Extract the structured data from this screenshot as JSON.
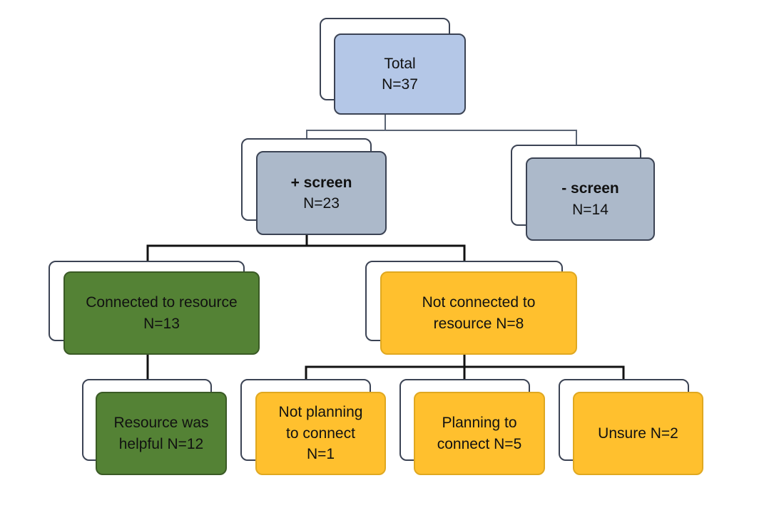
{
  "diagram": {
    "nodes": [
      {
        "id": "total",
        "line1": "Total",
        "line2": "N=37",
        "fill": "#b4c7e7"
      },
      {
        "id": "plus-screen",
        "line1": "+ screen",
        "line2": "N=23",
        "fill": "#acb9ca"
      },
      {
        "id": "minus-screen",
        "line1": "- screen",
        "line2": "N=14",
        "fill": "#acb9ca"
      },
      {
        "id": "connected",
        "line1": "Connected to resource",
        "line2": "N=13",
        "fill": "#548235"
      },
      {
        "id": "not-connected",
        "line1": "Not connected to",
        "line2": "resource N=8",
        "fill": "#ffc02e"
      },
      {
        "id": "helpful",
        "line1": "Resource was",
        "line2": "helpful N=12",
        "fill": "#548235"
      },
      {
        "id": "not-planning",
        "line1": "Not planning",
        "line2": "to connect",
        "line3": "N=1",
        "fill": "#ffc02e"
      },
      {
        "id": "planning",
        "line1": "Planning to",
        "line2": "connect N=5",
        "fill": "#ffc02e"
      },
      {
        "id": "unsure",
        "line1": "Unsure N=2",
        "line2": "",
        "fill": "#ffc02e"
      }
    ],
    "edges": [
      [
        "total",
        "plus-screen"
      ],
      [
        "total",
        "minus-screen"
      ],
      [
        "plus-screen",
        "connected"
      ],
      [
        "plus-screen",
        "not-connected"
      ],
      [
        "connected",
        "helpful"
      ],
      [
        "not-connected",
        "not-planning"
      ],
      [
        "not-connected",
        "planning"
      ],
      [
        "not-connected",
        "unsure"
      ]
    ]
  }
}
